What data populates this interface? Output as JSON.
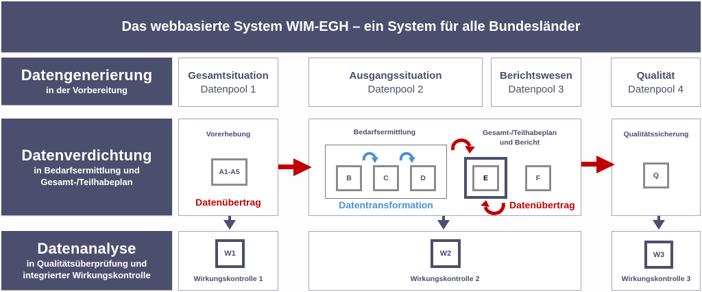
{
  "header": {
    "title": "Das webbasierte System WIM-EGH – ein System für alle Bundesländer"
  },
  "rows": [
    {
      "title": "Datengenerierung",
      "subtitle_lines": [
        "in der Vorbereitung"
      ]
    },
    {
      "title": "Datenverdichtung",
      "subtitle_lines": [
        "in Bedarfsermittlung und",
        "Gesamt-/Teilhabeplan"
      ]
    },
    {
      "title": "Datenanalyse",
      "subtitle_lines": [
        "in Qualitätsüberprüfung und",
        "integrierter Wirkungskontrolle"
      ]
    }
  ],
  "pools": [
    {
      "title": "Gesamtsituation",
      "subtitle": "Datenpool 1"
    },
    {
      "title": "Ausgangssituation",
      "subtitle": "Datenpool 2"
    },
    {
      "title": "Berichtswesen",
      "subtitle": "Datenpool 3"
    },
    {
      "title": "Qualität",
      "subtitle": "Datenpool 4"
    }
  ],
  "processing": {
    "vorerhebung": {
      "label": "Vorerhebung",
      "node": "A1-A5",
      "transfer": "Datenübertrag"
    },
    "bedarfsermittlung": {
      "label": "Bedarfsermittlung",
      "nodes": [
        "B",
        "C",
        "D"
      ],
      "transform": "Datentransformation"
    },
    "plan": {
      "label_lines": [
        "Gesamt-/Teilhabeplan",
        "und Bericht"
      ],
      "nodes": [
        "E",
        "F"
      ],
      "transfer": "Datenübertrag"
    },
    "qualitaet": {
      "label": "Qualitätssicherung",
      "node": "Q"
    }
  },
  "analysis": [
    {
      "node": "W1",
      "label": "Wirkungskontrolle 1"
    },
    {
      "node": "W2",
      "label": "Wirkungskontrolle 2"
    },
    {
      "node": "W3",
      "label": "Wirkungskontrolle 3"
    }
  ],
  "colors": {
    "primary": "#4b4e6d",
    "accent_red": "#c00000",
    "accent_blue": "#4a90d9",
    "border": "#a3a4bd"
  }
}
